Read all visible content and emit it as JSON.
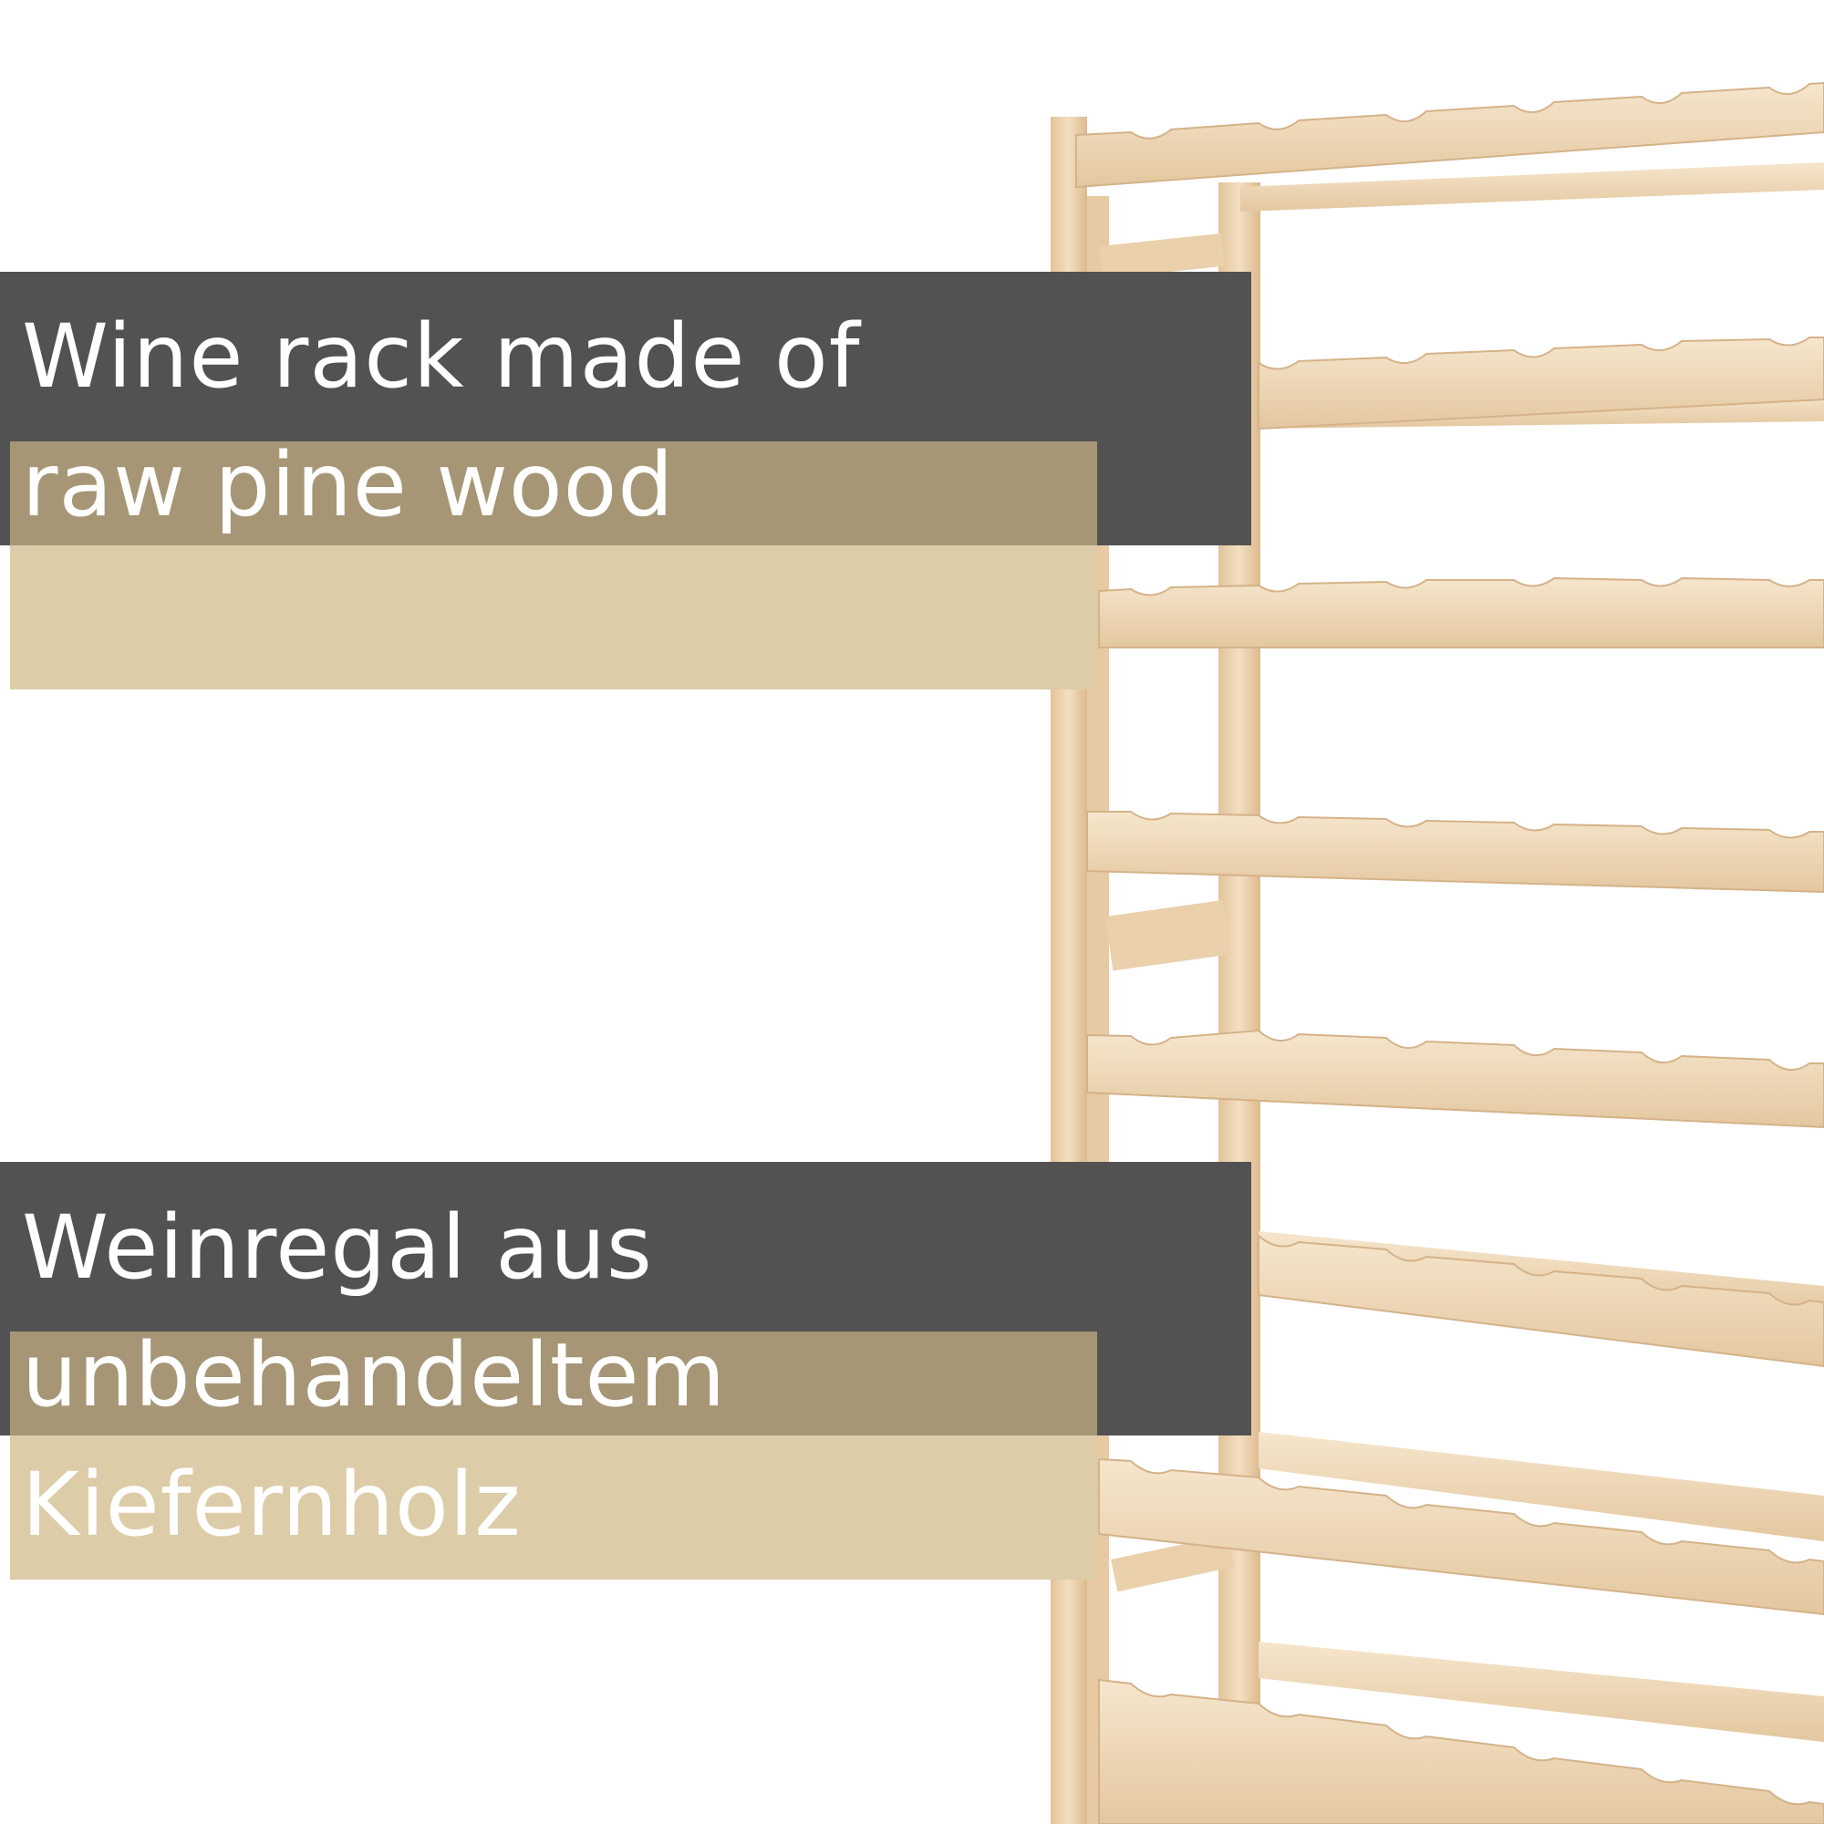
{
  "caption_en": {
    "line1": "Wine rack made of",
    "line2": "raw pine wood"
  },
  "caption_de": {
    "line1": "Weinregal aus",
    "line2": "unbehandeltem",
    "line3": "Kiefernholz"
  },
  "colors": {
    "panel_dark": "#525252",
    "panel_mid": "#a69676",
    "panel_light": "#dccca8",
    "text": "#ffffff",
    "wood": "#eed8b6"
  }
}
